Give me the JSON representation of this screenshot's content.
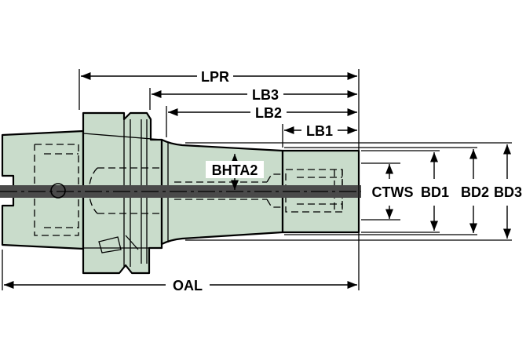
{
  "colors": {
    "body_fill": "#c9dccb",
    "spindle_band": "#4a4a4a",
    "line": "#000000"
  },
  "labels": {
    "lpr": "LPR",
    "lb3": "LB3",
    "lb2": "LB2",
    "lb1": "LB1",
    "bhta2": "BHTA2",
    "ctws": "CTWS",
    "bd1": "BD1",
    "bd2": "BD2",
    "bd3": "BD3",
    "oal": "OAL"
  }
}
